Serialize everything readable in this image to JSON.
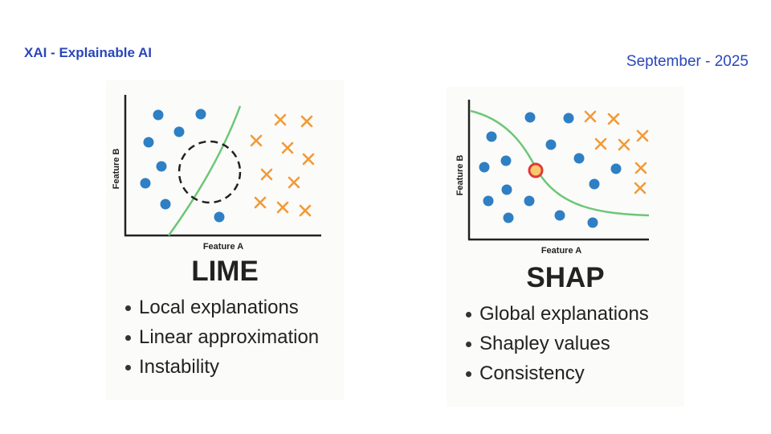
{
  "header": {
    "title": "XAI - Explainable AI",
    "date": "September - 2025"
  },
  "colors": {
    "title_blue": "#2a47b8",
    "point_blue": "#2f7fc4",
    "cross_orange": "#f39a36",
    "boundary_green": "#6cc777",
    "highlight_fill": "#f7c96b",
    "highlight_stroke": "#e0393b"
  },
  "lime": {
    "title": "LIME",
    "x_axis_label": "Feature A",
    "y_axis_label": "Feature B",
    "bullets": [
      "Local explanations",
      "Linear approximation",
      "Instability"
    ]
  },
  "shap": {
    "title": "SHAP",
    "x_axis_label": "Feature A",
    "y_axis_label": "Feature B",
    "bullets": [
      "Global explanations",
      "Shapley values",
      "Consistency"
    ]
  }
}
